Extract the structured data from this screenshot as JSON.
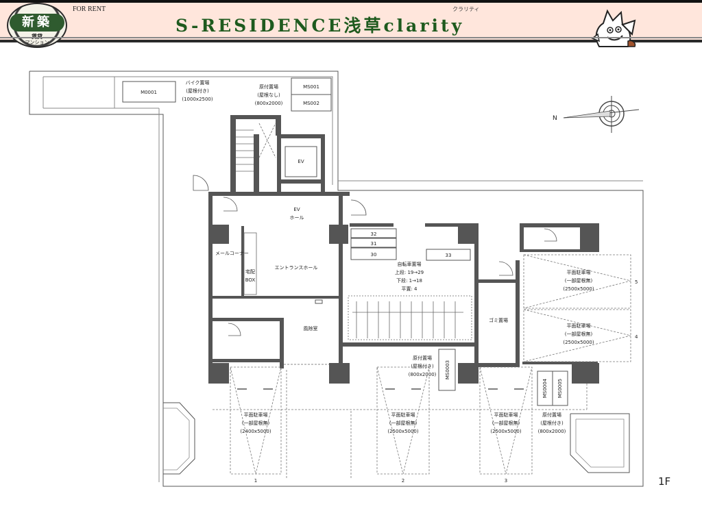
{
  "header": {
    "logo_main": "新築",
    "logo_sub1": "賃貸",
    "logo_sub2": "マンション",
    "for_rent": "FOR RENT",
    "title": "S-RESIDENCE浅草clarity",
    "ruby": "クラリティ"
  },
  "plan": {
    "floor": "1F",
    "compass_label": "N",
    "bike_parking": {
      "code": "M0001",
      "l1": "バイク置場",
      "l2": "(屋根付き)",
      "l3": "(1000x2500)"
    },
    "moped_top": {
      "l1": "原付置場",
      "l2": "(屋根なし)",
      "l3": "(800x2000)",
      "slots": [
        "MS001",
        "MS002"
      ]
    },
    "ev": "EV",
    "ev_hall": {
      "l1": "EV",
      "l2": "ホール"
    },
    "mail_corner": "メールコーナー",
    "delivery_box": {
      "l1": "宅配",
      "l2": "BOX"
    },
    "entrance_hall": "エントランスホール",
    "windbreak": "風除室",
    "bicycle": {
      "l1": "自転車置場",
      "l2": "上段: 19→29",
      "l3": "下段: 1→18",
      "l4": "平置: 4",
      "racks": [
        "32",
        "31",
        "30",
        "33"
      ]
    },
    "garbage": "ゴミ置場",
    "moped_mid": {
      "l1": "原付置場",
      "l2": "(屋根付き)",
      "l3": "(800x2000)",
      "slot": "MS0003"
    },
    "moped_right": {
      "l1": "原付置場",
      "l2": "(屋根付き)",
      "l3": "(800x2000)",
      "slots": [
        "MS0004",
        "MS0005"
      ]
    },
    "parking_right": [
      {
        "l1": "平面駐車場",
        "l2": "(一部屋根無)",
        "l3": "(2500x5000)",
        "num": "5"
      },
      {
        "l1": "平面駐車場",
        "l2": "(一部屋根無)",
        "l3": "(2500x5000)",
        "num": "4"
      }
    ],
    "parking_bottom": [
      {
        "l1": "平面駐車場",
        "l2": "(一部屋根無)",
        "l3": "(2400x5000)",
        "num": "1"
      },
      {
        "l1": "平面駐車場",
        "l2": "(一部屋根無)",
        "l3": "(2500x5000)",
        "num": "2"
      },
      {
        "l1": "平面駐車場",
        "l2": "(一部屋根無)",
        "l3": "(2500x5000)",
        "num": "3"
      }
    ]
  }
}
